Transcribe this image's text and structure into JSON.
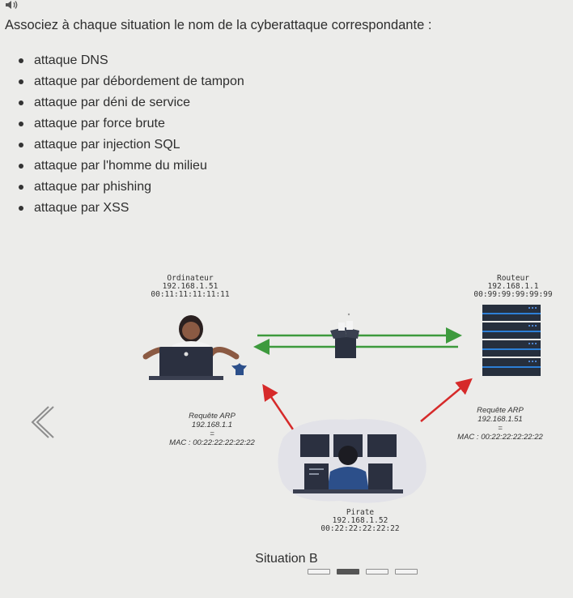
{
  "question": "Associez à chaque situation le nom de la cyberattaque correspondante :",
  "options": [
    "attaque DNS",
    "attaque par débordement de tampon",
    "attaque par déni de service",
    "attaque par force brute",
    "attaque par injection SQL",
    "attaque par l'homme du milieu",
    "attaque par phishing",
    "attaque par XSS"
  ],
  "diagram": {
    "computer": {
      "title": "Ordinateur",
      "ip": "192.168.1.51",
      "mac": "00:11:11:11:11:11"
    },
    "router": {
      "title": "Routeur",
      "ip": "192.168.1.1",
      "mac": "00:99:99:99:99:99"
    },
    "pirate": {
      "title": "Pirate",
      "ip": "192.168.1.52",
      "mac": "00:22:22:22:22:22"
    },
    "arp_left": {
      "title": "Requête ARP",
      "ip": "192.168.1.1",
      "equals": "=",
      "mac": "MAC : 00:22:22:22:22:22"
    },
    "arp_right": {
      "title": "Requête ARP",
      "ip": "192.168.1.51",
      "equals": "=",
      "mac": "MAC : 00:22:22:22:22:22"
    }
  },
  "situation_label": "Situation B",
  "pagination": {
    "count": 4,
    "active_index": 1
  },
  "colors": {
    "green_arrow": "#3d9a3d",
    "red_arrow": "#d62a2a",
    "server": "#262f3d",
    "server_stripe": "#2d7fd6"
  }
}
